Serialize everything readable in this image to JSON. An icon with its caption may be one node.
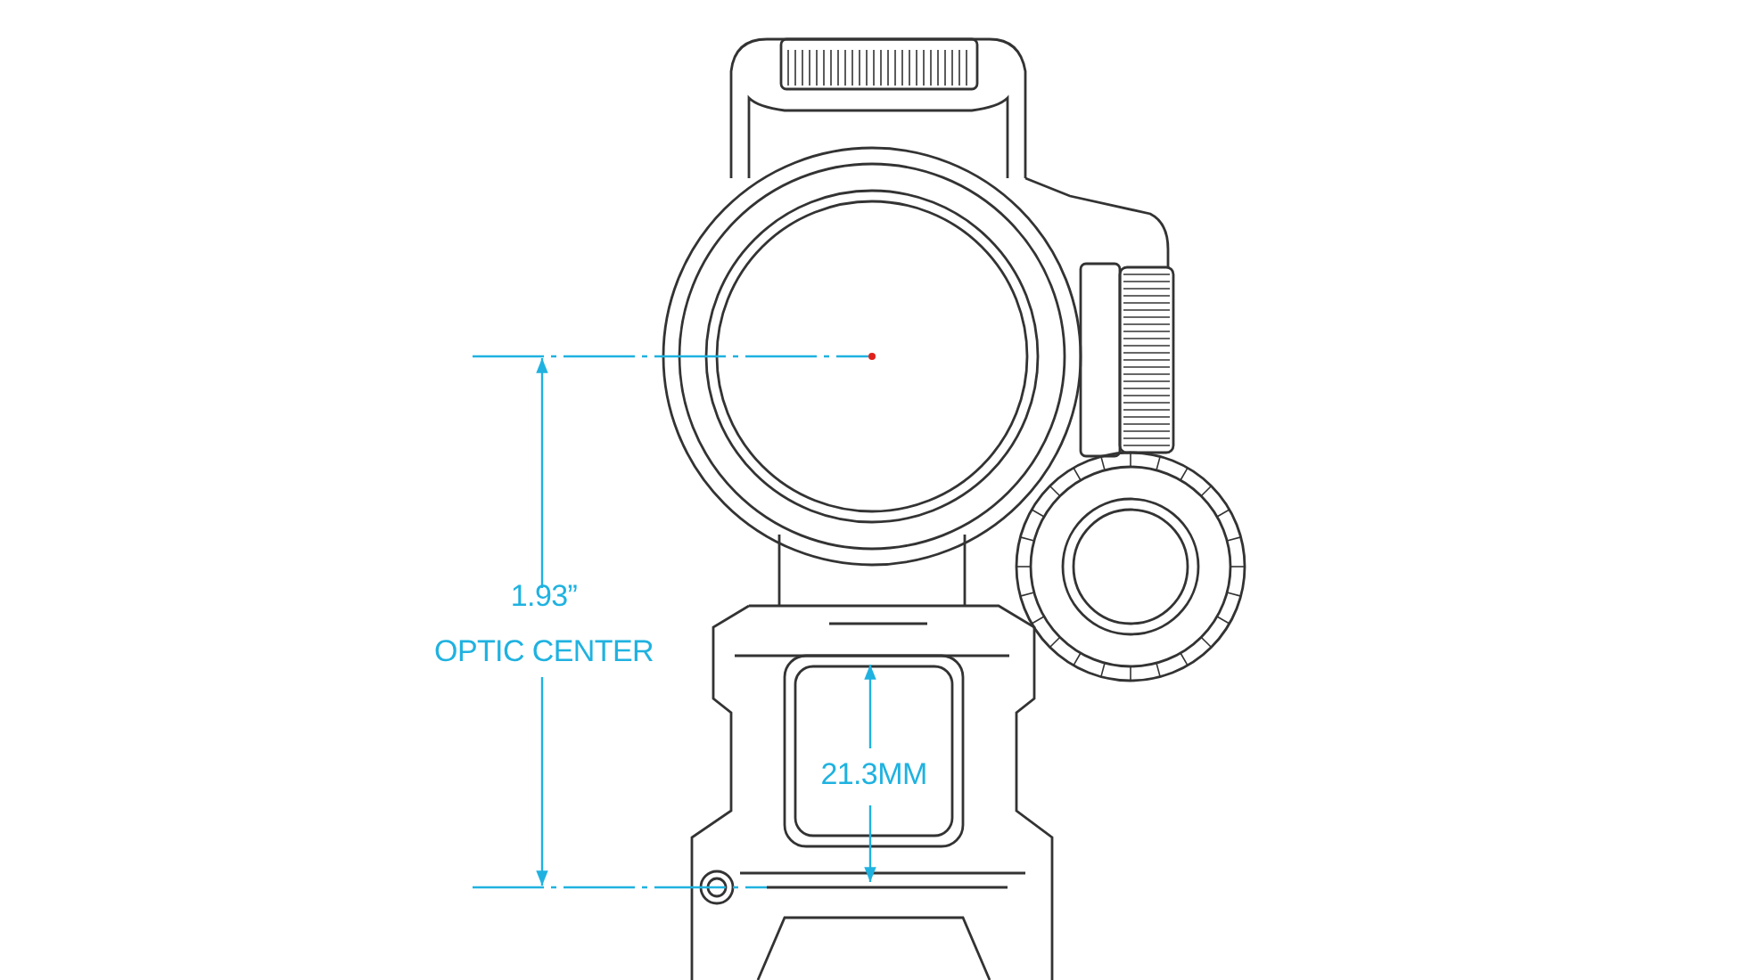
{
  "diagram": {
    "labels": [
      "1.93”",
      "OPTIC CENTER",
      "21.3MM"
    ]
  }
}
